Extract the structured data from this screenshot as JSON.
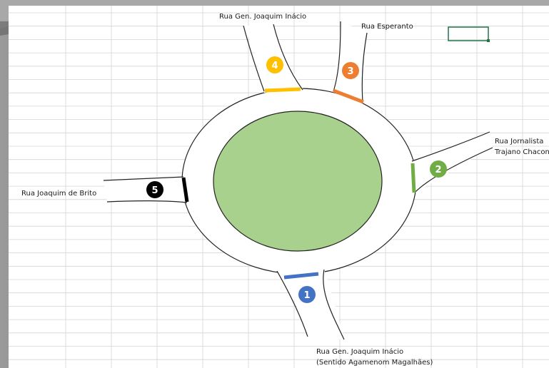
{
  "streets": {
    "north_gen_joaquim": "Rua Gen. Joaquim Inácio",
    "esperanto": "Rua Esperanto",
    "jornalista_line1": "Rua Jornalista",
    "jornalista_line2": "Trajano Chacon",
    "joaquim_de_brito": "Rua Joaquim de Brito",
    "south_gen_joaquim_line1": "Rua Gen. Joaquim Inácio",
    "south_gen_joaquim_line2": "(Sentido Agamenom Magalhães)"
  },
  "entries": [
    {
      "number": "1",
      "color": "#4472c4"
    },
    {
      "number": "2",
      "color": "#70ad47"
    },
    {
      "number": "3",
      "color": "#ed7d31"
    },
    {
      "number": "4",
      "color": "#ffc000"
    },
    {
      "number": "5",
      "color": "#000000"
    }
  ],
  "colors": {
    "island": "#a9d18e",
    "grid": "#d4d4d4",
    "selected_cell": "#217346"
  }
}
